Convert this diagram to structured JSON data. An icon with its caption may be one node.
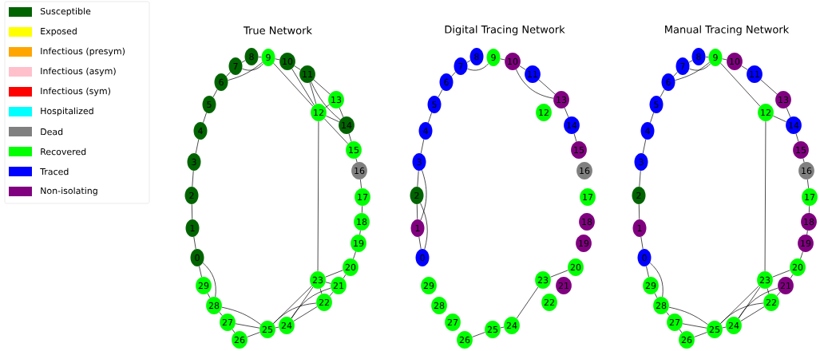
{
  "diagram": {
    "nodes": [
      {
        "text": [
          "0"
        ]
      },
      {
        "text": [
          "1"
        ]
      },
      {
        "text": [
          "2"
        ]
      },
      {
        "text": [
          "3"
        ]
      },
      {
        "text": [
          "4"
        ]
      },
      {
        "text": [
          "5"
        ]
      },
      {
        "text": [
          "6"
        ]
      },
      {
        "text": [
          "7"
        ]
      },
      {
        "text": [
          "8"
        ]
      },
      {
        "text": [
          "9"
        ]
      },
      {
        "text": [
          "10"
        ]
      },
      {
        "text": [
          "11"
        ]
      },
      {
        "text": [
          "12"
        ]
      },
      {
        "text": [
          "13"
        ]
      },
      {
        "text": [
          "14"
        ]
      },
      {
        "text": [
          "15"
        ]
      },
      {
        "text": [
          "16"
        ]
      },
      {
        "text": [
          "17"
        ]
      },
      {
        "text": [
          "18"
        ]
      },
      {
        "text": [
          "19"
        ]
      },
      {
        "text": [
          "20"
        ]
      },
      {
        "text": [
          "21"
        ]
      },
      {
        "text": [
          "22"
        ]
      },
      {
        "text": [
          "23"
        ]
      },
      {
        "text": [
          "24"
        ]
      },
      {
        "text": [
          "25"
        ]
      },
      {
        "text": [
          "26"
        ]
      },
      {
        "text": [
          "27"
        ]
      },
      {
        "text": [
          "28"
        ]
      },
      {
        "text": [
          "29"
        ]
      },
      {
        "text": [
          "0"
        ]
      },
      {
        "text": [
          "1"
        ]
      },
      {
        "text": [
          "2"
        ]
      },
      {
        "text": [
          "3"
        ]
      },
      {
        "text": [
          "4"
        ]
      },
      {
        "text": [
          "5"
        ]
      },
      {
        "text": [
          "6"
        ]
      },
      {
        "text": [
          "7"
        ]
      },
      {
        "text": [
          "8"
        ]
      },
      {
        "text": [
          "9"
        ]
      },
      {
        "text": [
          "10"
        ]
      },
      {
        "text": [
          "11"
        ]
      },
      {
        "text": [
          "12"
        ]
      },
      {
        "text": [
          "13"
        ]
      },
      {
        "text": [
          "14"
        ]
      },
      {
        "text": [
          "15"
        ]
      },
      {
        "text": [
          "16"
        ]
      },
      {
        "text": [
          "17"
        ]
      },
      {
        "text": [
          "18"
        ]
      },
      {
        "text": [
          "19"
        ]
      },
      {
        "text": [
          "20"
        ]
      },
      {
        "text": [
          "21"
        ]
      },
      {
        "text": [
          "22"
        ]
      },
      {
        "text": [
          "23"
        ]
      },
      {
        "text": [
          "24"
        ]
      },
      {
        "text": [
          "25"
        ]
      },
      {
        "text": [
          "26"
        ]
      },
      {
        "text": [
          "27"
        ]
      },
      {
        "text": [
          "28"
        ]
      },
      {
        "text": [
          "29"
        ]
      },
      {
        "text": [
          "0"
        ]
      },
      {
        "text": [
          "1"
        ]
      },
      {
        "text": [
          "2"
        ]
      },
      {
        "text": [
          "3"
        ]
      },
      {
        "text": [
          "4"
        ]
      },
      {
        "text": [
          "5"
        ]
      },
      {
        "text": [
          "6"
        ]
      },
      {
        "text": [
          "7"
        ]
      },
      {
        "text": [
          "8"
        ]
      },
      {
        "text": [
          "9"
        ]
      },
      {
        "text": [
          "10"
        ]
      },
      {
        "text": [
          "11"
        ]
      },
      {
        "text": [
          "12"
        ]
      },
      {
        "text": [
          "13"
        ]
      },
      {
        "text": [
          "14"
        ]
      },
      {
        "text": [
          "15"
        ]
      },
      {
        "text": [
          "16"
        ]
      },
      {
        "text": [
          "17"
        ]
      },
      {
        "text": [
          "18"
        ]
      },
      {
        "text": [
          "19"
        ]
      },
      {
        "text": [
          "20"
        ]
      },
      {
        "text": [
          "21"
        ]
      },
      {
        "text": [
          "22"
        ]
      },
      {
        "text": [
          "23"
        ]
      },
      {
        "text": [
          "24"
        ]
      },
      {
        "text": [
          "25"
        ]
      },
      {
        "text": [
          "26"
        ]
      },
      {
        "text": [
          "27"
        ]
      },
      {
        "text": [
          "28"
        ]
      },
      {
        "text": [
          "29"
        ]
      }
    ],
    "edges": [
      {
        "from": 0,
        "to": 1,
        "arrow": "none"
      },
      {
        "from": 1,
        "to": 2,
        "arrow": "none"
      },
      {
        "from": 2,
        "to": 3,
        "arrow": "none"
      },
      {
        "from": 3,
        "to": 4,
        "arrow": "none"
      },
      {
        "from": 4,
        "to": 5,
        "arrow": "none"
      },
      {
        "from": 5,
        "to": 6,
        "arrow": "none"
      },
      {
        "from": 6,
        "to": 7,
        "arrow": "none"
      },
      {
        "from": 7,
        "to": 8,
        "arrow": "none"
      },
      {
        "from": 8,
        "to": 9,
        "arrow": "none"
      },
      {
        "from": 6,
        "to": 9,
        "arrow": "none"
      },
      {
        "from": 7,
        "to": 9,
        "arrow": "none"
      },
      {
        "from": 9,
        "to": 10,
        "arrow": "none"
      },
      {
        "from": 10,
        "to": 11,
        "arrow": "none"
      },
      {
        "from": 9,
        "to": 12,
        "arrow": "none"
      },
      {
        "from": 10,
        "to": 12,
        "arrow": "none"
      },
      {
        "from": 11,
        "to": 12,
        "arrow": "none"
      },
      {
        "from": 11,
        "to": 13,
        "arrow": "none"
      },
      {
        "from": 11,
        "to": 14,
        "arrow": "none"
      },
      {
        "from": 12,
        "to": 13,
        "arrow": "none"
      },
      {
        "from": 12,
        "to": 14,
        "arrow": "none"
      },
      {
        "from": 12,
        "to": 15,
        "arrow": "none"
      },
      {
        "from": 13,
        "to": 14,
        "arrow": "none"
      },
      {
        "from": 14,
        "to": 15,
        "arrow": "none"
      },
      {
        "from": 15,
        "to": 16,
        "arrow": "none"
      },
      {
        "from": 16,
        "to": 17,
        "arrow": "none"
      },
      {
        "from": 17,
        "to": 18,
        "arrow": "none"
      },
      {
        "from": 18,
        "to": 19,
        "arrow": "none"
      },
      {
        "from": 19,
        "to": 20,
        "arrow": "none"
      },
      {
        "from": 20,
        "to": 21,
        "arrow": "none"
      },
      {
        "from": 21,
        "to": 22,
        "arrow": "none"
      },
      {
        "from": 20,
        "to": 23,
        "arrow": "none"
      },
      {
        "from": 21,
        "to": 23,
        "arrow": "none"
      },
      {
        "from": 22,
        "to": 23,
        "arrow": "none"
      },
      {
        "from": 12,
        "to": 23,
        "arrow": "none"
      },
      {
        "from": 23,
        "to": 24,
        "arrow": "none"
      },
      {
        "from": 23,
        "to": 25,
        "arrow": "none"
      },
      {
        "from": 22,
        "to": 24,
        "arrow": "none"
      },
      {
        "from": 22,
        "to": 25,
        "arrow": "none"
      },
      {
        "from": 21,
        "to": 24,
        "arrow": "none"
      },
      {
        "from": 24,
        "to": 25,
        "arrow": "none"
      },
      {
        "from": 25,
        "to": 26,
        "arrow": "none"
      },
      {
        "from": 25,
        "to": 27,
        "arrow": "none"
      },
      {
        "from": 25,
        "to": 28,
        "arrow": "none"
      },
      {
        "from": 26,
        "to": 27,
        "arrow": "none"
      },
      {
        "from": 27,
        "to": 28,
        "arrow": "none"
      },
      {
        "from": 28,
        "to": 29,
        "arrow": "none"
      },
      {
        "from": 0,
        "to": 29,
        "arrow": "none"
      },
      {
        "from": 0,
        "to": 28,
        "arrow": "none"
      },
      {
        "from": 30,
        "to": 31,
        "arrow": "none"
      },
      {
        "from": 31,
        "to": 32,
        "arrow": "none"
      },
      {
        "from": 30,
        "to": 32,
        "arrow": "none"
      },
      {
        "from": 32,
        "to": 33,
        "arrow": "none"
      },
      {
        "from": 31,
        "to": 33,
        "arrow": "none"
      },
      {
        "from": 33,
        "to": 34,
        "arrow": "none"
      },
      {
        "from": 34,
        "to": 35,
        "arrow": "none"
      },
      {
        "from": 35,
        "to": 36,
        "arrow": "none"
      },
      {
        "from": 36,
        "to": 37,
        "arrow": "none"
      },
      {
        "from": 37,
        "to": 38,
        "arrow": "none"
      },
      {
        "from": 37,
        "to": 39,
        "arrow": "none"
      },
      {
        "from": 39,
        "to": 40,
        "arrow": "none"
      },
      {
        "from": 40,
        "to": 41,
        "arrow": "none"
      },
      {
        "from": 40,
        "to": 43,
        "arrow": "none"
      },
      {
        "from": 41,
        "to": 43,
        "arrow": "none"
      },
      {
        "from": 43,
        "to": 44,
        "arrow": "none"
      },
      {
        "from": 44,
        "to": 45,
        "arrow": "none"
      },
      {
        "from": 50,
        "to": 53,
        "arrow": "none"
      },
      {
        "from": 53,
        "to": 54,
        "arrow": "none"
      },
      {
        "from": 54,
        "to": 55,
        "arrow": "none"
      },
      {
        "from": 55,
        "to": 56,
        "arrow": "none"
      },
      {
        "from": 60,
        "to": 61,
        "arrow": "none"
      },
      {
        "from": 61,
        "to": 62,
        "arrow": "none"
      },
      {
        "from": 62,
        "to": 63,
        "arrow": "none"
      },
      {
        "from": 63,
        "to": 64,
        "arrow": "none"
      },
      {
        "from": 64,
        "to": 65,
        "arrow": "none"
      },
      {
        "from": 65,
        "to": 66,
        "arrow": "none"
      },
      {
        "from": 66,
        "to": 67,
        "arrow": "none"
      },
      {
        "from": 67,
        "to": 68,
        "arrow": "none"
      },
      {
        "from": 67,
        "to": 69,
        "arrow": "none"
      },
      {
        "from": 66,
        "to": 69,
        "arrow": "none"
      },
      {
        "from": 68,
        "to": 69,
        "arrow": "none"
      },
      {
        "from": 69,
        "to": 70,
        "arrow": "none"
      },
      {
        "from": 70,
        "to": 71,
        "arrow": "none"
      },
      {
        "from": 69,
        "to": 72,
        "arrow": "none"
      },
      {
        "from": 71,
        "to": 73,
        "arrow": "none"
      },
      {
        "from": 72,
        "to": 74,
        "arrow": "none"
      },
      {
        "from": 73,
        "to": 74,
        "arrow": "none"
      },
      {
        "from": 74,
        "to": 75,
        "arrow": "none"
      },
      {
        "from": 75,
        "to": 76,
        "arrow": "none"
      },
      {
        "from": 76,
        "to": 77,
        "arrow": "none"
      },
      {
        "from": 77,
        "to": 78,
        "arrow": "none"
      },
      {
        "from": 78,
        "to": 79,
        "arrow": "none"
      },
      {
        "from": 79,
        "to": 80,
        "arrow": "none"
      },
      {
        "from": 80,
        "to": 81,
        "arrow": "none"
      },
      {
        "from": 81,
        "to": 82,
        "arrow": "none"
      },
      {
        "from": 80,
        "to": 83,
        "arrow": "none"
      },
      {
        "from": 82,
        "to": 83,
        "arrow": "none"
      },
      {
        "from": 72,
        "to": 83,
        "arrow": "none"
      },
      {
        "from": 83,
        "to": 84,
        "arrow": "none"
      },
      {
        "from": 83,
        "to": 85,
        "arrow": "none"
      },
      {
        "from": 82,
        "to": 84,
        "arrow": "none"
      },
      {
        "from": 82,
        "to": 85,
        "arrow": "none"
      },
      {
        "from": 81,
        "to": 84,
        "arrow": "none"
      },
      {
        "from": 84,
        "to": 85,
        "arrow": "none"
      },
      {
        "from": 85,
        "to": 86,
        "arrow": "none"
      },
      {
        "from": 85,
        "to": 87,
        "arrow": "none"
      },
      {
        "from": 85,
        "to": 88,
        "arrow": "none"
      },
      {
        "from": 86,
        "to": 87,
        "arrow": "none"
      },
      {
        "from": 87,
        "to": 88,
        "arrow": "none"
      },
      {
        "from": 88,
        "to": 89,
        "arrow": "none"
      },
      {
        "from": 60,
        "to": 89,
        "arrow": "none"
      },
      {
        "from": 60,
        "to": 88,
        "arrow": "none"
      }
    ],
    "labels": [
      "True Network",
      "Digital Tracing Network",
      "Manual Tracing Network"
    ],
    "legend": [
      {
        "text": "Susceptible",
        "color": "#006400"
      },
      {
        "text": "Exposed",
        "color": "#ffff00"
      },
      {
        "text": "Infectious (presym)",
        "color": "#ffa500"
      },
      {
        "text": "Infectious (asym)",
        "color": "#ffc0cb"
      },
      {
        "text": "Infectious (sym)",
        "color": "#ff0000"
      },
      {
        "text": "Hospitalized",
        "color": "#00ffff"
      },
      {
        "text": "Dead",
        "color": "#808080"
      },
      {
        "text": "Recovered",
        "color": "#00ff00"
      },
      {
        "text": "Traced",
        "color": "#0000ff"
      },
      {
        "text": "Non-isolating",
        "color": "#800080"
      }
    ]
  }
}
